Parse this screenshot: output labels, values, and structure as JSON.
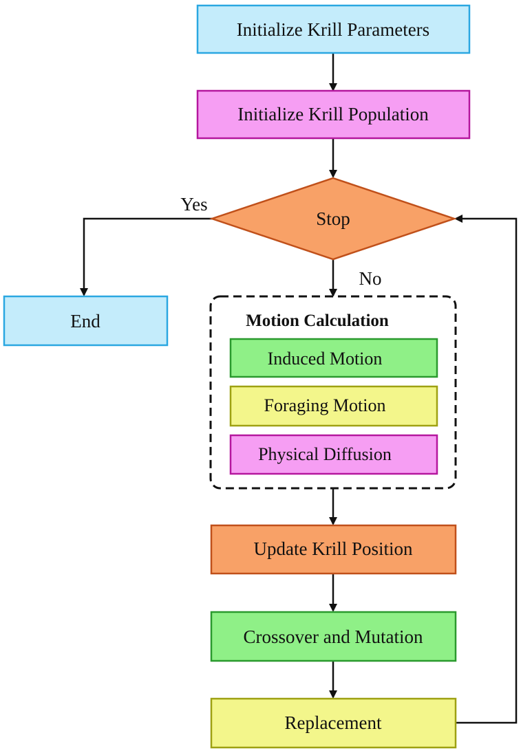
{
  "colors": {
    "cyan": "#c4ecfb",
    "cyan_border": "#2aa7e1",
    "magenta": "#f69ef3",
    "magenta_border": "#b5179e",
    "orange": "#f8a167",
    "orange_border": "#c0501a",
    "green": "#8ff087",
    "green_border": "#2a9a2e",
    "yellow": "#f3f68b",
    "yellow_border": "#9ea112",
    "line": "#111111"
  },
  "nodes": {
    "init_params": "Initialize Krill Parameters",
    "init_population": "Initialize Krill Population",
    "stop": "Stop",
    "end": "End",
    "motion_group_title": "Motion Calculation",
    "induced": "Induced Motion",
    "foraging": "Foraging Motion",
    "diffusion": "Physical Diffusion",
    "update": "Update Krill Position",
    "crossover": "Crossover and Mutation",
    "replacement": "Replacement"
  },
  "edges": {
    "yes": "Yes",
    "no": "No"
  }
}
